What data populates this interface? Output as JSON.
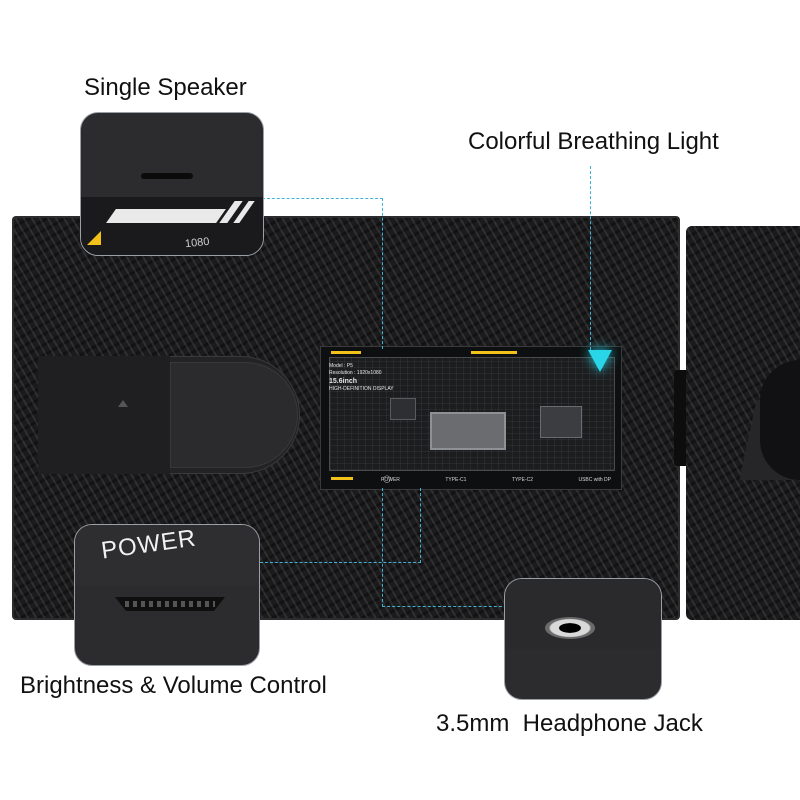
{
  "callouts": {
    "speaker": "Single Speaker",
    "breathing_light": "Colorful Breathing Light",
    "power_button": "Brightness & Volume Control",
    "headphone": "3.5mm  Headphone Jack"
  },
  "inset_text": {
    "resolution_fragment": "1080",
    "power": "POWER"
  },
  "screen": {
    "model": "Model : P5",
    "resolution": "Resolution : 1920x1080",
    "size": "15.6inch",
    "display": "HIGH-DEFINITION DISPLAY",
    "ports": [
      "POWER",
      "TYPE-C1",
      "TYPE-C2",
      "USBC with DP"
    ]
  },
  "colors": {
    "accent_line": "#3fb2d6",
    "breathing_light": "#28d6e8",
    "yellow_accent": "#f2c21a",
    "carbon_body": "#1b1b1d"
  },
  "icons": [
    "headphone-icon",
    "arrow-up-icon"
  ]
}
